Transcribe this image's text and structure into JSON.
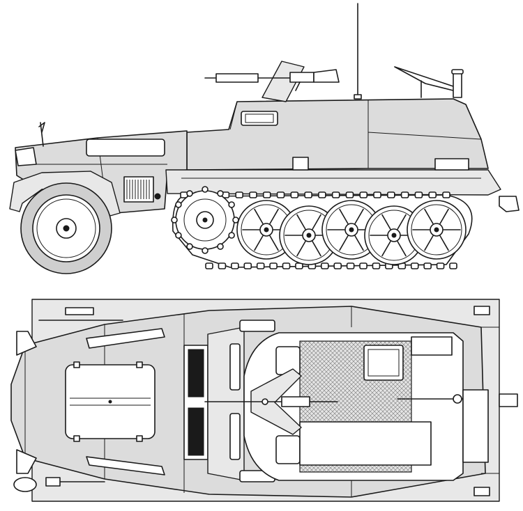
{
  "drawing": {
    "subject": "half-track-vehicle",
    "views": [
      "side-elevation",
      "top-plan"
    ],
    "road_wheels_visible": 5,
    "track_links_visible": 40,
    "line_color": "#1a1a1a",
    "panel_color": "#dcdcdc",
    "background_color": "#ffffff"
  }
}
